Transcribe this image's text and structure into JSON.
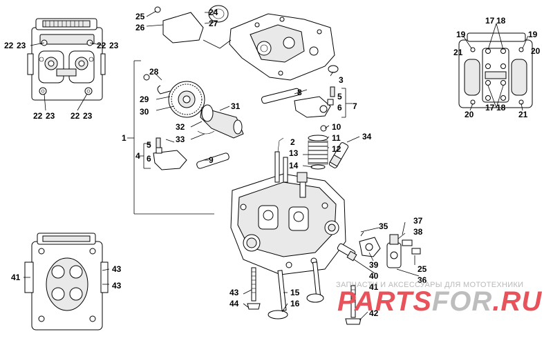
{
  "callouts": {
    "c1": "1",
    "c2": "2",
    "c3": "3",
    "c4": "4",
    "c5a": "5",
    "c5b": "5",
    "c6a": "6",
    "c6b": "6",
    "c7": "7",
    "c8": "8",
    "c9": "9",
    "c10": "10",
    "c11": "11",
    "c12": "12",
    "c13": "13",
    "c14": "14",
    "c15": "15",
    "c16": "16",
    "c1718a": "17",
    "c1718b": "18",
    "c1718c": "17",
    "c1718d": "18",
    "c19a": "19",
    "c19b": "19",
    "c20a": "20",
    "c20b": "20",
    "c21a": "21",
    "c21b": "21",
    "c2223a": "22",
    "c2223b": "23",
    "c2223c": "22",
    "c2223d": "23",
    "c2223e": "22",
    "c2223f": "23",
    "c2223g": "22",
    "c2223h": "23",
    "c24": "24",
    "c25a": "25",
    "c25b": "25",
    "c26": "26",
    "c27": "27",
    "c28": "28",
    "c29": "29",
    "c30": "30",
    "c31": "31",
    "c32": "32",
    "c33": "33",
    "c34": "34",
    "c35": "35",
    "c36": "36",
    "c37": "37",
    "c38": "38",
    "c39": "39",
    "c40": "40",
    "c41a": "41",
    "c41b": "41",
    "c42": "42",
    "c43a": "43",
    "c43b": "43",
    "c43c": "43",
    "c44": "44"
  },
  "watermark": {
    "tagline": "ЗАПЧАСТИ И АКСЕССУАРЫ ДЛЯ МОТОТЕХНИКИ",
    "logo_main": "PARTS",
    "logo_for": "FOR",
    "logo_tld": ".RU"
  },
  "colors": {
    "logo_red": "#e8525a",
    "logo_grey": "#bdbdbd",
    "lines": "#000000"
  }
}
